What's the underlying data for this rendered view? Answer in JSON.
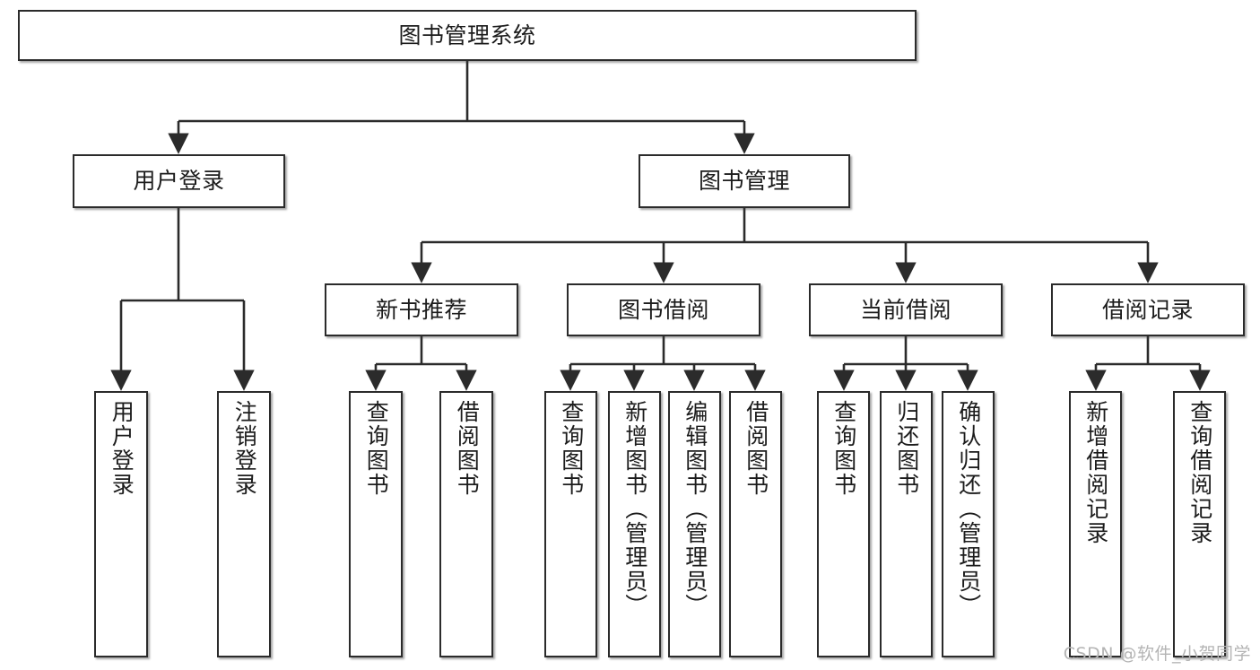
{
  "diagram": {
    "title": "图书管理系统",
    "type": "tree",
    "orientation": "top-down",
    "colors": {
      "node_border": "#2b2b2b",
      "node_fill": "#ffffff",
      "edge": "#2b2b2b",
      "text": "#1c1c1c",
      "watermark": "#b4b4b4",
      "background": "#ffffff"
    },
    "root": {
      "id": "root",
      "label": "图书管理系统"
    },
    "level2": [
      {
        "id": "user-login",
        "label": "用户登录"
      },
      {
        "id": "book-manage",
        "label": "图书管理"
      }
    ],
    "level3": [
      {
        "id": "new-book-rec",
        "label": "新书推荐"
      },
      {
        "id": "book-borrow",
        "label": "图书借阅"
      },
      {
        "id": "current-borrow",
        "label": "当前借阅"
      },
      {
        "id": "borrow-record",
        "label": "借阅记录"
      }
    ],
    "leaves": {
      "user_login": [
        {
          "id": "leaf-user-login",
          "label": "用户登录"
        },
        {
          "id": "leaf-logout-login",
          "label": "注销登录"
        }
      ],
      "new_book_rec": [
        {
          "id": "leaf-query-book-1",
          "label": "查询图书"
        },
        {
          "id": "leaf-borrow-book-1",
          "label": "借阅图书"
        }
      ],
      "book_borrow": [
        {
          "id": "leaf-query-book-2",
          "label": "查询图书"
        },
        {
          "id": "leaf-add-book",
          "label": "新增图书（管理员）"
        },
        {
          "id": "leaf-edit-book",
          "label": "编辑图书（管理员）"
        },
        {
          "id": "leaf-borrow-book-2",
          "label": "借阅图书"
        }
      ],
      "current_borrow": [
        {
          "id": "leaf-query-book-3",
          "label": "查询图书"
        },
        {
          "id": "leaf-return-book",
          "label": "归还图书"
        },
        {
          "id": "leaf-confirm-return",
          "label": "确认归还（管理员）"
        }
      ],
      "borrow_record": [
        {
          "id": "leaf-add-record",
          "label": "新增借阅记录"
        },
        {
          "id": "leaf-query-record",
          "label": "查询借阅记录"
        }
      ]
    }
  },
  "watermark": {
    "text": "CSDN @软件_小贺同学"
  }
}
